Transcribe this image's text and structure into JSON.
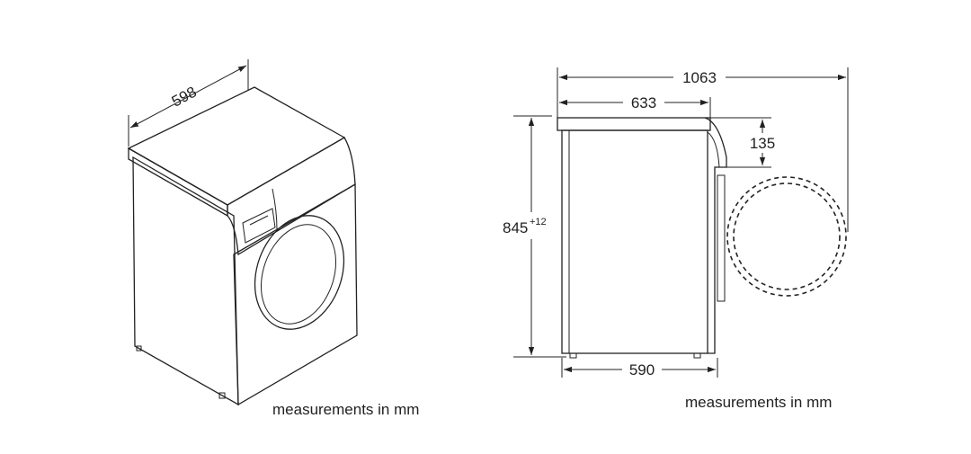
{
  "left_view": {
    "width_dim": "598",
    "caption": "measurements in mm"
  },
  "right_view": {
    "total_depth_dim": "1063",
    "depth_dim": "633",
    "top_offset_dim": "135",
    "height_dim": "845",
    "height_tolerance": "+12",
    "base_depth_dim": "590",
    "caption": "measurements in mm"
  }
}
